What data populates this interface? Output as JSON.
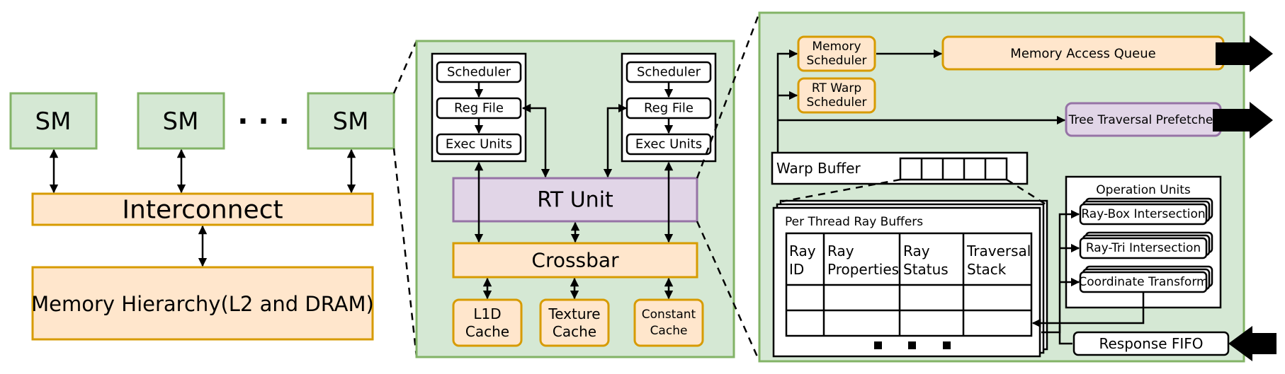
{
  "overview": {
    "sm_label": "SM",
    "ellipsis": "· · ·",
    "interconnect": "Interconnect",
    "memory_hierarchy": "Memory Hierarchy(L2 and DRAM)"
  },
  "sm_detail": {
    "scheduler": "Scheduler",
    "reg_file": "Reg File",
    "exec_units": "Exec Units",
    "rt_unit": "RT Unit",
    "crossbar": "Crossbar",
    "l1d_cache": [
      "L1D",
      "Cache"
    ],
    "texture_cache": [
      "Texture",
      "Cache"
    ],
    "constant_cache": [
      "Constant",
      "Cache"
    ]
  },
  "rt_detail": {
    "memory_scheduler": [
      "Memory",
      "Scheduler"
    ],
    "rt_warp_scheduler": [
      "RT Warp",
      "Scheduler"
    ],
    "memory_access_queue": "Memory Access Queue",
    "tree_traversal_prefetcher": "Tree Traversal Prefetcher",
    "warp_buffer": "Warp Buffer",
    "per_thread_ray_buffers": "Per Thread Ray Buffers",
    "table_headers": [
      [
        "Ray",
        "ID"
      ],
      [
        "Ray",
        "Properties"
      ],
      [
        "Ray",
        "Status"
      ],
      [
        "Traversal",
        "Stack"
      ]
    ],
    "operation_units_title": "Operation Units",
    "operation_units": [
      "Ray-Box Intersection",
      "Ray-Tri Intersection",
      "Coordinate Transform"
    ],
    "response_fifo": "Response FIFO"
  },
  "colors": {
    "green_fill": "#d5e8d4",
    "green_stroke": "#82b366",
    "orange_fill": "#ffe6cc",
    "orange_stroke": "#d79b00",
    "purple_fill": "#e1d5e7",
    "purple_stroke": "#9673a6"
  }
}
